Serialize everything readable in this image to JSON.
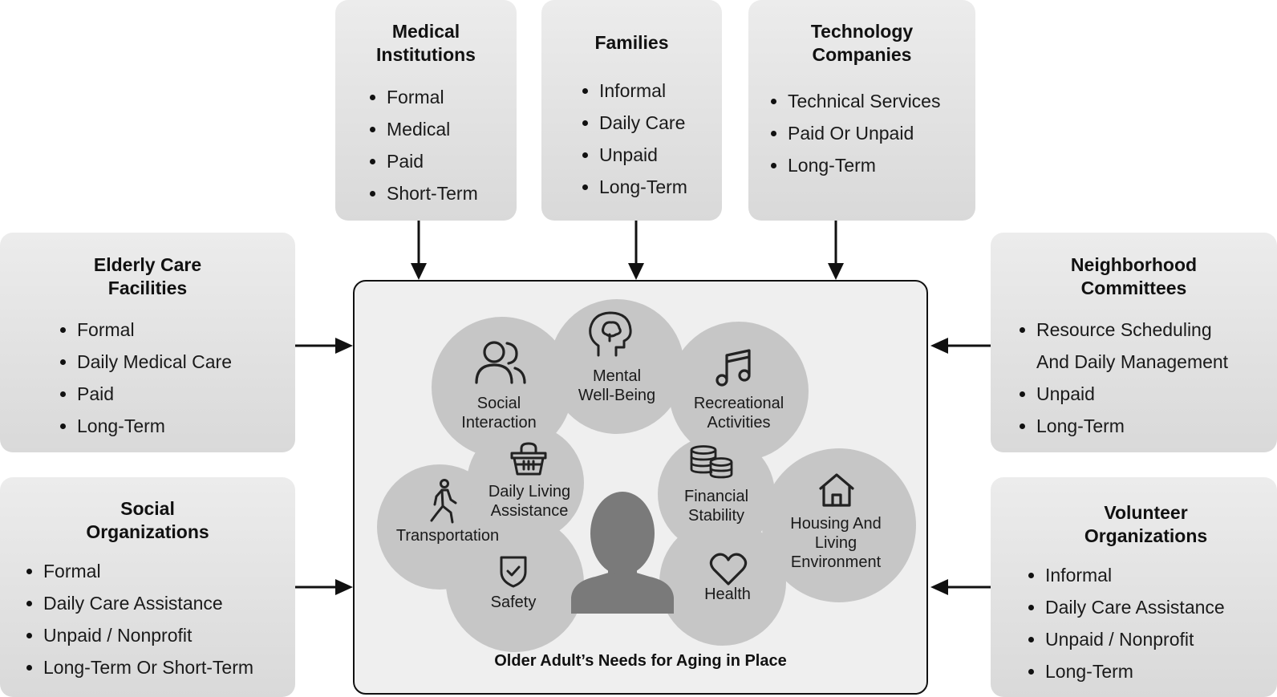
{
  "stakeholders": {
    "medical": {
      "title_line1": "Medical",
      "title_line2": "Institutions",
      "items": [
        "Formal",
        "Medical",
        "Paid",
        "Short-Term"
      ]
    },
    "families": {
      "title": "Families",
      "items": [
        "Informal",
        "Daily Care",
        "Unpaid",
        "Long-Term"
      ]
    },
    "technology": {
      "title_line1": "Technology",
      "title_line2": "Companies",
      "items": [
        "Technical Services",
        "Paid Or Unpaid",
        "Long-Term"
      ]
    },
    "elderly_care": {
      "title_line1": "Elderly Care",
      "title_line2": "Facilities",
      "items": [
        "Formal",
        "Daily Medical Care",
        "Paid",
        "Long-Term"
      ]
    },
    "social_orgs": {
      "title_line1": "Social",
      "title_line2": "Organizations",
      "items": [
        "Formal",
        "Daily Care Assistance",
        "Unpaid / Nonprofit",
        "Long-Term Or Short-Term"
      ]
    },
    "neighborhood": {
      "title_line1": "Neighborhood",
      "title_line2": "Committees",
      "items": [
        "Resource Scheduling",
        "And Daily Management",
        "Unpaid",
        "Long-Term"
      ]
    },
    "volunteer": {
      "title_line1": "Volunteer",
      "title_line2": "Organizations",
      "items": [
        "Informal",
        "Daily Care Assistance",
        "Unpaid / Nonprofit",
        "Long-Term"
      ]
    }
  },
  "needs": {
    "title": "Older Adult’s Needs for Aging in Place",
    "social_interaction": {
      "line1": "Social",
      "line2": "Interaction",
      "icon": "people-icon"
    },
    "mental_wellbeing": {
      "line1": "Mental",
      "line2": "Well-Being",
      "icon": "brain-icon"
    },
    "recreational": {
      "line1": "Recreational",
      "line2": "Activities",
      "icon": "music-note-icon"
    },
    "daily_living": {
      "line1": "Daily Living",
      "line2": "Assistance",
      "icon": "basket-icon"
    },
    "transportation": {
      "label": "Transportation",
      "icon": "walking-person-icon"
    },
    "safety": {
      "label": "Safety",
      "icon": "shield-icon"
    },
    "financial": {
      "line1": "Financial",
      "line2": "Stability",
      "icon": "coins-icon"
    },
    "housing": {
      "line1": "Housing And",
      "line2": "Living",
      "line3": "Environment",
      "icon": "house-icon"
    },
    "health": {
      "label": "Health",
      "icon": "heart-icon"
    },
    "person_icon": "person-silhouette-icon"
  },
  "colors": {
    "box_top": "#ececec",
    "box_bottom": "#d9d9d9",
    "bubble": "#c6c6c6",
    "person": "#7a7a7a",
    "center_bg": "#efefef"
  }
}
